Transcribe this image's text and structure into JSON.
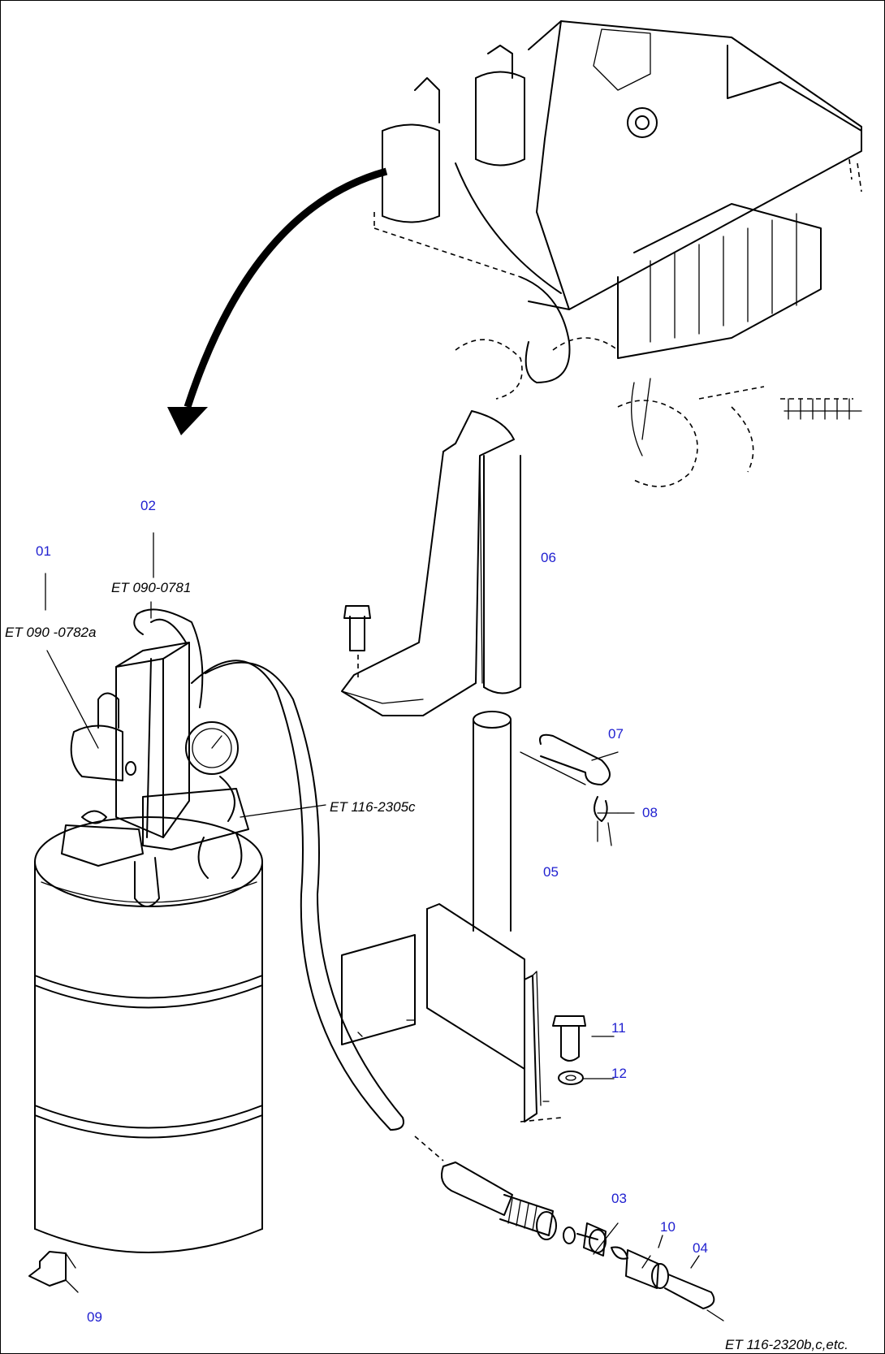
{
  "parts": {
    "p01": "01",
    "p02": "02",
    "p03": "03",
    "p04": "04",
    "p05": "05",
    "p06": "06",
    "p07": "07",
    "p08": "08",
    "p09": "09",
    "p10": "10",
    "p11": "11",
    "p12": "12"
  },
  "references": {
    "r0781": "ET 090-0781",
    "r0782a": "ET 090 -0782a",
    "r2305c": "ET 116-2305c",
    "r2320": "ET 116-2320b,c,etc."
  },
  "colors": {
    "part_number": "#2020d0",
    "line": "#000000"
  }
}
